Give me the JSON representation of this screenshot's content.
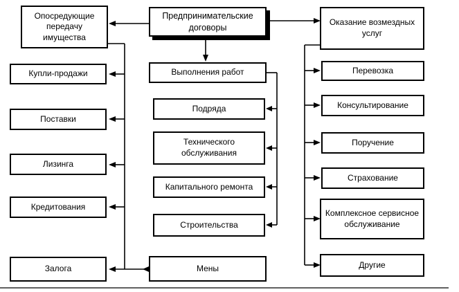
{
  "diagram": {
    "root": "Предпринимательские договоры",
    "left": {
      "header": "Опосредующие передачу имущества",
      "items": [
        "Купли-продажи",
        "Поставки",
        "Лизинга",
        "Кредитования",
        "Залога"
      ]
    },
    "middle": {
      "header": "Выполнения работ",
      "items": [
        "Подряда",
        "Технического обслуживания",
        "Капитального ремонта",
        "Строительства"
      ],
      "footer": "Мены"
    },
    "right": {
      "header": "Оказание возмездных услуг",
      "items": [
        "Перевозка",
        "Консультирование",
        "Поручение",
        "Страхование",
        "Комплексное сервисное обслуживание",
        "Другие"
      ]
    },
    "colors": {
      "line": "#000000",
      "border": "#000000",
      "background": "#ffffff",
      "text": "#000000"
    }
  }
}
